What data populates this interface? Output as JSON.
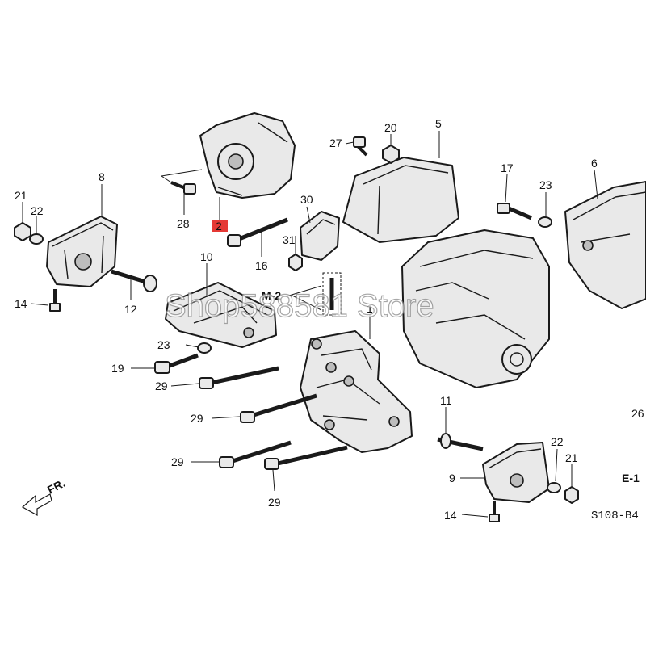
{
  "callouts": {
    "c21a": "21",
    "c22a": "22",
    "c8": "8",
    "c14a": "14",
    "c12": "12",
    "c10": "10",
    "c23a": "23",
    "c19": "19",
    "c29a": "29",
    "c29b": "29",
    "c29c": "29",
    "c29d": "29",
    "c28": "28",
    "c2": "2",
    "c16": "16",
    "c31": "31",
    "c30": "30",
    "c27": "27",
    "c20": "20",
    "c5": "5",
    "c17": "17",
    "c23b": "23",
    "c6": "6",
    "c1": "1",
    "c11": "11",
    "c9": "9",
    "c22b": "22",
    "c21b": "21",
    "c14b": "14",
    "c26": "26"
  },
  "refs": {
    "m2": "M-2",
    "e1": "E-1",
    "fr": "FR."
  },
  "diagram_code": "S108-B4",
  "watermark": "Shop588581 Store",
  "colors": {
    "ink": "#1a1a1a",
    "part_fill": "#e9e9e9",
    "highlight": "#e53935"
  }
}
